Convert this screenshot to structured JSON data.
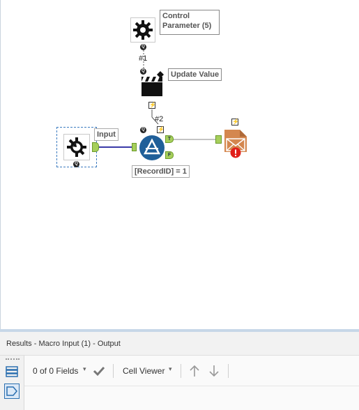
{
  "workflow": {
    "control_parameter": {
      "label_line1": "Control",
      "label_line2": "Parameter (5)",
      "icon": "gear-icon",
      "conn_label": "#1"
    },
    "update_value": {
      "label": "Update Value",
      "icon": "clapperboard-icon",
      "conn_label": "#2"
    },
    "macro_input": {
      "label": "Input",
      "icon": "macro-input-icon"
    },
    "filter": {
      "label": "[RecordID] = 1",
      "icon": "filter-triangle-icon",
      "true_anchor": "T",
      "false_anchor": "F"
    },
    "macro_output": {
      "icon": "envelope-output-icon",
      "status": "error-icon"
    },
    "badge_q": "Q",
    "badge_bolt": "⚡"
  },
  "results": {
    "title": "Results - Macro Input (1) - Output",
    "fields_label": "0 of 0 Fields",
    "viewer_label": "Cell Viewer",
    "colors": {
      "accent": "#2a6fb0",
      "error": "#e0201b",
      "anchor": "#a6cf5b",
      "wire": "#3a3aa8"
    }
  }
}
